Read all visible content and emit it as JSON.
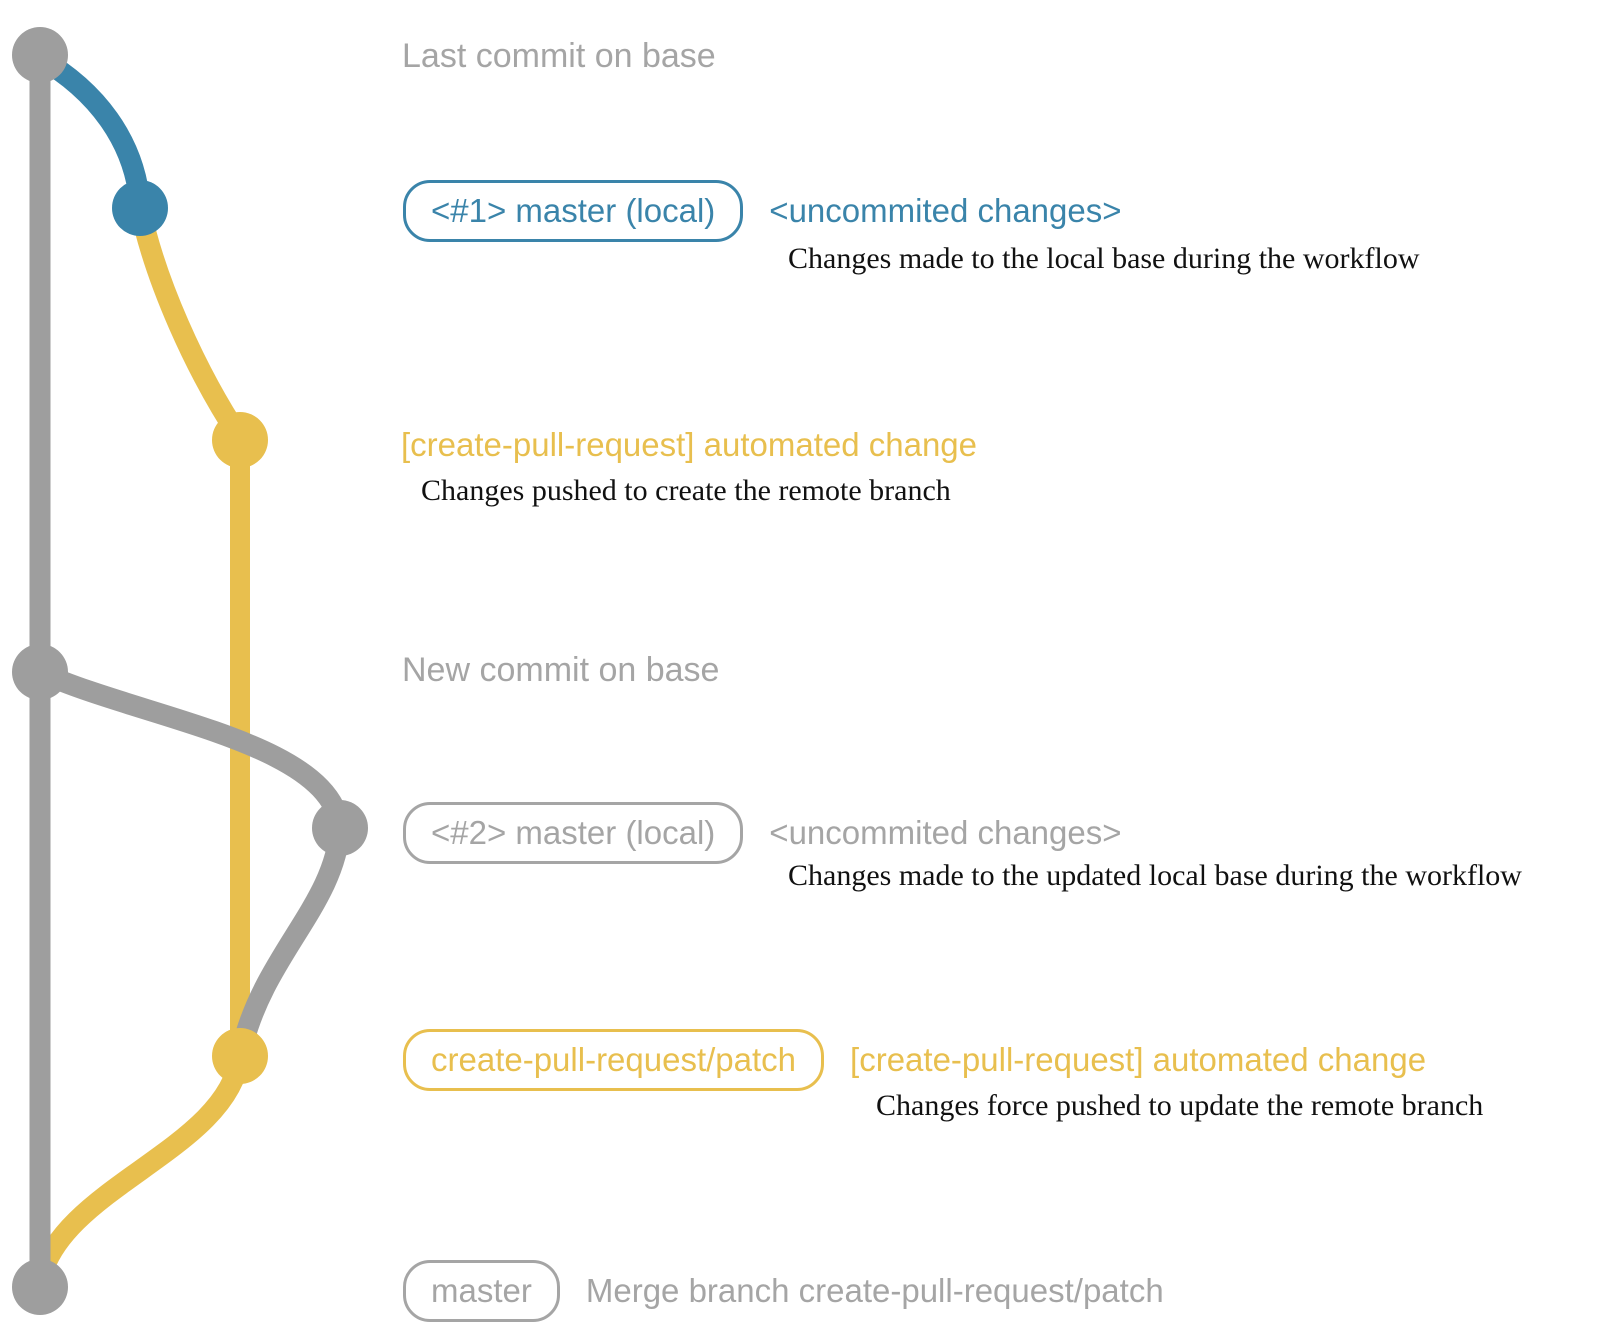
{
  "diagram": {
    "colors": {
      "blue": "#3a84aa",
      "yellow": "#e8bf4e",
      "gray": "#9e9e9e"
    },
    "branches": [
      {
        "name": "base",
        "color_name": "gray"
      },
      {
        "name": "master (local)",
        "color_name": "blue"
      },
      {
        "name": "create-pull-request/patch",
        "color_name": "yellow"
      }
    ],
    "nodes": [
      {
        "id": "last-commit-on-base",
        "color_name": "gray"
      },
      {
        "id": "local-changes-1",
        "color_name": "blue"
      },
      {
        "id": "patch-commit-1",
        "color_name": "yellow"
      },
      {
        "id": "new-commit-on-base",
        "color_name": "gray"
      },
      {
        "id": "local-changes-2",
        "color_name": "gray"
      },
      {
        "id": "patch-commit-2",
        "color_name": "yellow"
      },
      {
        "id": "merge-commit",
        "color_name": "gray"
      }
    ],
    "rows": {
      "last_commit": {
        "label": "Last commit on base"
      },
      "local1": {
        "badge": "<#1> master (local)",
        "note": "<uncommited changes>",
        "description": "Changes made to the local base during the workflow"
      },
      "push1": {
        "note": "[create-pull-request] automated change",
        "description": "Changes pushed to create the remote branch"
      },
      "new_commit": {
        "label": "New commit on base"
      },
      "local2": {
        "badge": "<#2> master (local)",
        "note": "<uncommited changes>",
        "description": "Changes made to the updated local base during the workflow"
      },
      "force_push": {
        "badge": "create-pull-request/patch",
        "note": "[create-pull-request] automated change",
        "description": "Changes force pushed to update the remote branch"
      },
      "merge": {
        "badge": "master",
        "note": "Merge branch create-pull-request/patch"
      }
    }
  }
}
